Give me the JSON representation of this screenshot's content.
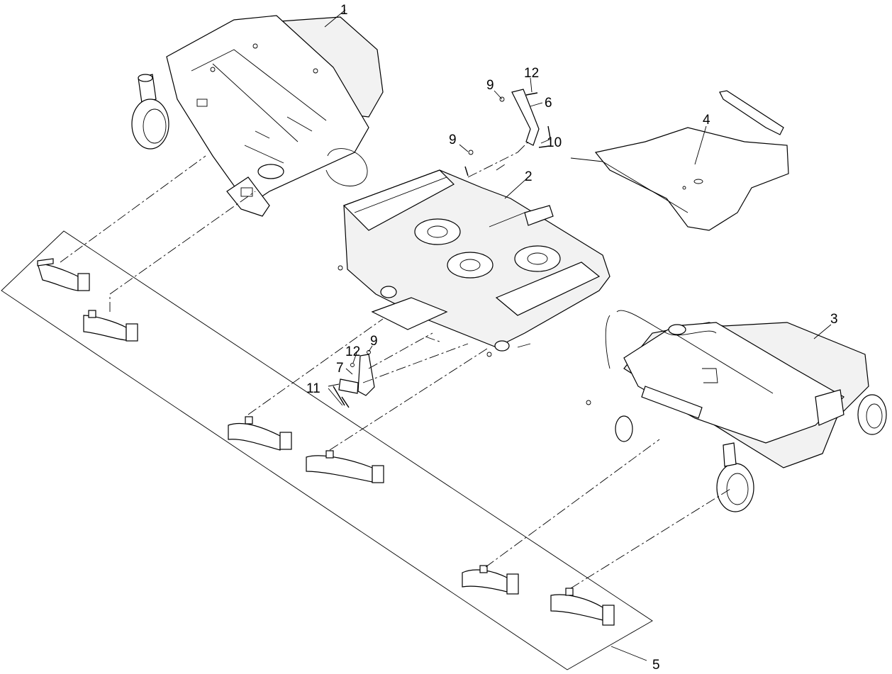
{
  "diagram": {
    "callouts": [
      {
        "id": "c1",
        "text": "1"
      },
      {
        "id": "c2",
        "text": "2"
      },
      {
        "id": "c3",
        "text": "3"
      },
      {
        "id": "c4",
        "text": "4"
      },
      {
        "id": "c5",
        "text": "5"
      },
      {
        "id": "c6",
        "text": "6"
      },
      {
        "id": "c7",
        "text": "7"
      },
      {
        "id": "c9a",
        "text": "9"
      },
      {
        "id": "c9b",
        "text": "9"
      },
      {
        "id": "c9c",
        "text": "9"
      },
      {
        "id": "c10",
        "text": "10"
      },
      {
        "id": "c11",
        "text": "11"
      },
      {
        "id": "c12a",
        "text": "12"
      },
      {
        "id": "c12b",
        "text": "12"
      }
    ]
  }
}
